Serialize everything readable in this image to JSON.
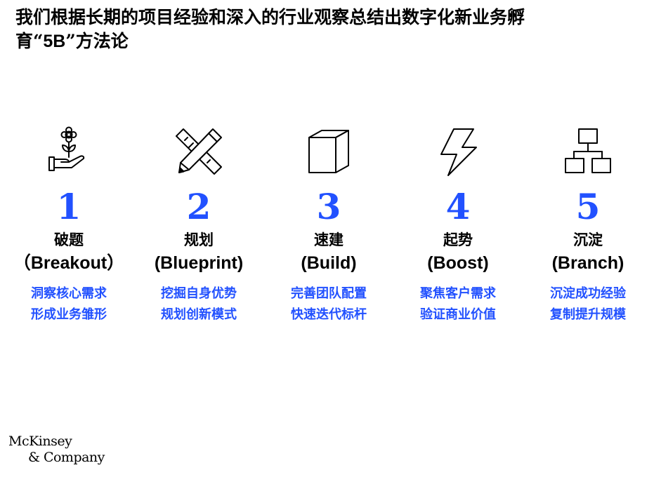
{
  "title": {
    "line1": "我们根据长期的项目经验和深入的行业观察总结出数字化新业务孵",
    "line2_prefix": "育“",
    "line2_en": "5B",
    "line2_suffix": "”方法论"
  },
  "accent_color": "#2251ff",
  "steps": [
    {
      "number": "1",
      "name_zh": "破题",
      "name_en": "（Breakout）",
      "desc_line1": "洞察核心需求",
      "desc_line2": "形成业务雏形",
      "icon": "flower-in-hand-icon"
    },
    {
      "number": "2",
      "name_zh": "规划",
      "name_en": "(Blueprint)",
      "desc_line1": "挖掘自身优势",
      "desc_line2": "规划创新模式",
      "icon": "pencil-ruler-icon"
    },
    {
      "number": "3",
      "name_zh": "速建",
      "name_en": "(Build)",
      "desc_line1": "完善团队配置",
      "desc_line2": "快速迭代标杆",
      "icon": "cube-icon"
    },
    {
      "number": "4",
      "name_zh": "起势",
      "name_en": "(Boost)",
      "desc_line1": "聚焦客户需求",
      "desc_line2": "验证商业价值",
      "icon": "lightning-bolt-icon"
    },
    {
      "number": "5",
      "name_zh": "沉淀",
      "name_en": "(Branch)",
      "desc_line1": "沉淀成功经验",
      "desc_line2": "复制提升规模",
      "icon": "hierarchy-icon"
    }
  ],
  "logo": {
    "line1": "McKinsey",
    "line2": "& Company"
  }
}
